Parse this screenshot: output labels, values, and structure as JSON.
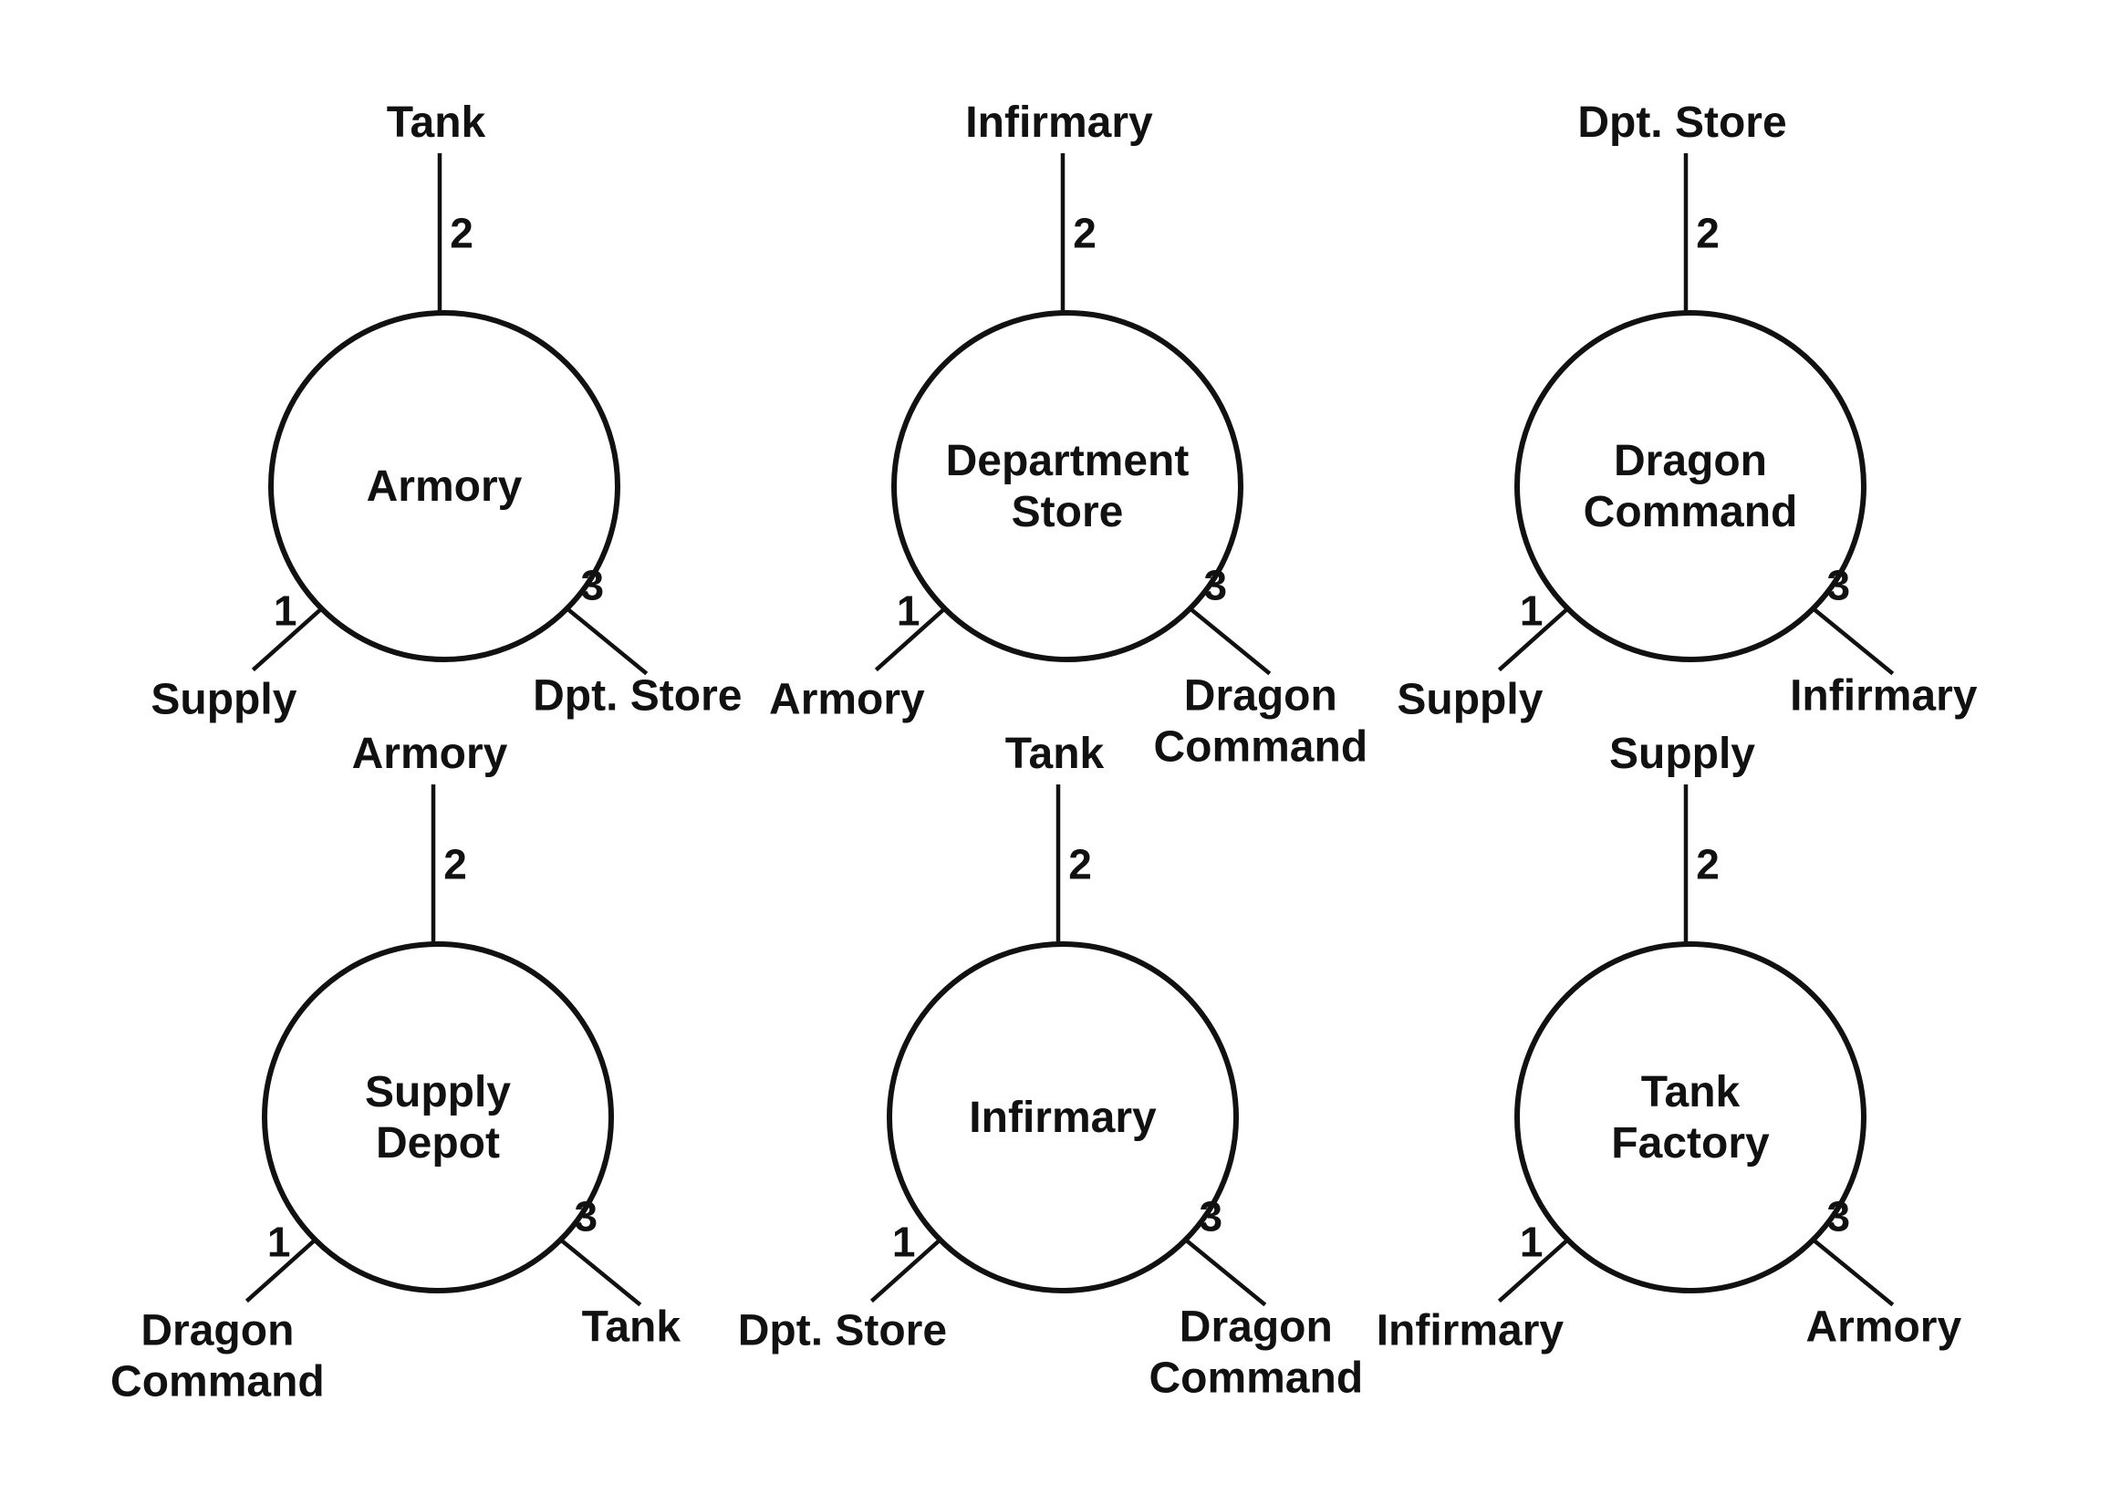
{
  "colors": {
    "ink": "#111111",
    "background": "#ffffff"
  },
  "nodes": [
    {
      "center": [
        "Armory"
      ],
      "spokes": [
        {
          "number": "2",
          "label": [
            "Tank"
          ]
        },
        {
          "number": "1",
          "label": [
            "Supply"
          ]
        },
        {
          "number": "3",
          "label": [
            "Dpt. Store"
          ]
        }
      ]
    },
    {
      "center": [
        "Department",
        "Store"
      ],
      "spokes": [
        {
          "number": "2",
          "label": [
            "Infirmary"
          ]
        },
        {
          "number": "1",
          "label": [
            "Armory"
          ]
        },
        {
          "number": "3",
          "label": [
            "Dragon",
            "Command"
          ]
        }
      ]
    },
    {
      "center": [
        "Dragon",
        "Command"
      ],
      "spokes": [
        {
          "number": "2",
          "label": [
            "Dpt. Store"
          ]
        },
        {
          "number": "1",
          "label": [
            "Supply"
          ]
        },
        {
          "number": "3",
          "label": [
            "Infirmary"
          ]
        }
      ]
    },
    {
      "center": [
        "Supply",
        "Depot"
      ],
      "spokes": [
        {
          "number": "2",
          "label": [
            "Armory"
          ]
        },
        {
          "number": "1",
          "label": [
            "Dragon",
            "Command"
          ]
        },
        {
          "number": "3",
          "label": [
            "Tank"
          ]
        }
      ]
    },
    {
      "center": [
        "Infirmary"
      ],
      "spokes": [
        {
          "number": "2",
          "label": [
            "Tank"
          ]
        },
        {
          "number": "1",
          "label": [
            "Dpt. Store"
          ]
        },
        {
          "number": "3",
          "label": [
            "Dragon",
            "Command"
          ]
        }
      ]
    },
    {
      "center": [
        "Tank",
        "Factory"
      ],
      "spokes": [
        {
          "number": "2",
          "label": [
            "Supply"
          ]
        },
        {
          "number": "1",
          "label": [
            "Infirmary"
          ]
        },
        {
          "number": "3",
          "label": [
            "Armory"
          ]
        }
      ]
    }
  ]
}
